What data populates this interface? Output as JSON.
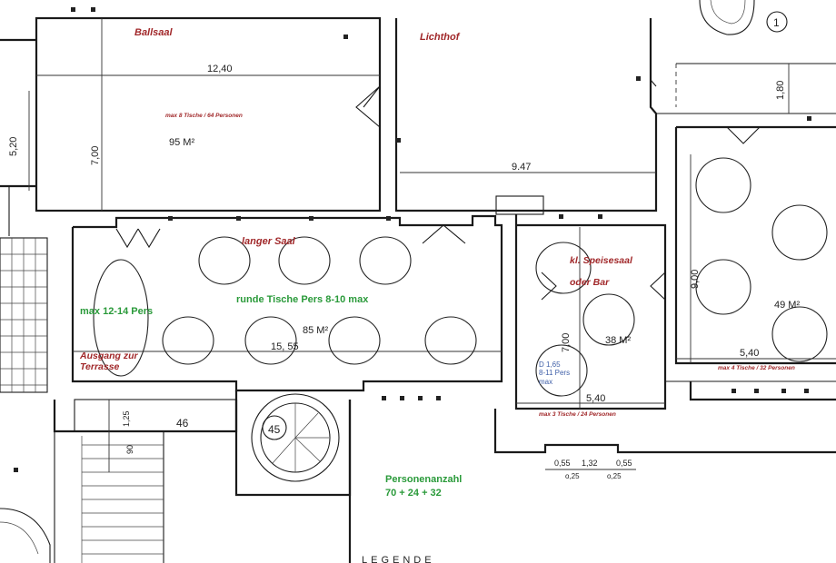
{
  "rooms": {
    "ballsaal": {
      "name": "Ballsaal",
      "capacity": "max 8 Tische / 64 Personen",
      "area": "95 M²",
      "width": "12,40",
      "depth": "7,00",
      "side": "5,20"
    },
    "lichthof": {
      "name": "Lichthof",
      "width": "9.47",
      "side": "1,80"
    },
    "langer_saal": {
      "name": "langer Saal",
      "tables_note": "runde Tische Pers 8-10 max",
      "area": "85 M²",
      "length": "15, 55"
    },
    "oval_note": "max 12-14 Pers",
    "exit_note": [
      "Ausgang zur",
      "Terrasse"
    ],
    "kl_speisesaal": {
      "name": [
        "kl. Speisesaal",
        "oder Bar"
      ],
      "area": "38 M²",
      "depth": "7,00",
      "width": "5,40",
      "capacity": "max 3 Tische / 24 Personen",
      "table_note": [
        "D 1,65",
        "8-11 Pers",
        "max"
      ]
    },
    "east_room": {
      "area": "49 M²",
      "depth": "9,00",
      "width": "5,40",
      "capacity": "max 4 Tische / 32 Personen"
    },
    "stair_45": "45",
    "stair_46": "46",
    "marker_1": "1"
  },
  "dimensions_small": [
    "1,25",
    "90",
    "0,55",
    "1,32",
    "0,55",
    "o,25",
    "o,25"
  ],
  "summary": {
    "title": "Personenanzahl",
    "formula": "70 + 24 + 32"
  },
  "legend": "LEGENDE",
  "colors": {
    "red": "#a1282a",
    "green": "#2a9a3a",
    "blue": "#3f5fa8"
  }
}
